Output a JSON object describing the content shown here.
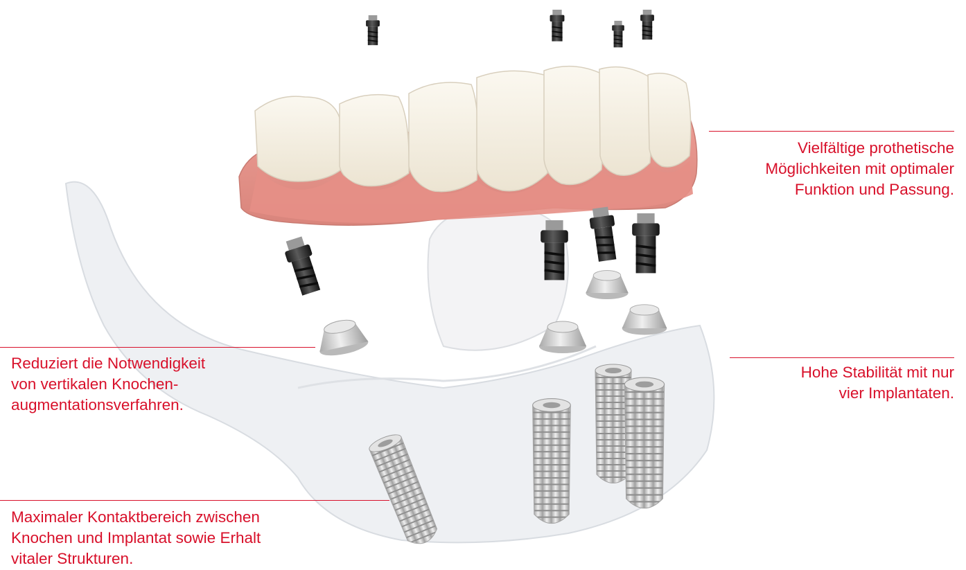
{
  "colors": {
    "accent": "#d8102a",
    "gum": "#e69a92",
    "tooth": "#f6f1e6",
    "metal": "#c9c9c9",
    "screw": "#2e2e2e",
    "bone": "#e9ebee"
  },
  "callouts": {
    "prosthetics": {
      "lines": [
        "Vielfältige prothetische",
        "Möglichkeiten mit optimaler",
        "Funktion und Passung."
      ]
    },
    "stability": {
      "lines": [
        "Hohe Stabilität mit nur",
        "vier Implantaten."
      ]
    },
    "augmentation": {
      "lines": [
        "Reduziert die Notwendigkeit",
        "von vertikalen Knochen-",
        "augmentationsverfahren."
      ]
    },
    "contact": {
      "lines": [
        "Maximaler Kontaktbereich zwischen",
        "Knochen und Implantat sowie Erhalt",
        "vitaler Strukturen."
      ]
    }
  }
}
